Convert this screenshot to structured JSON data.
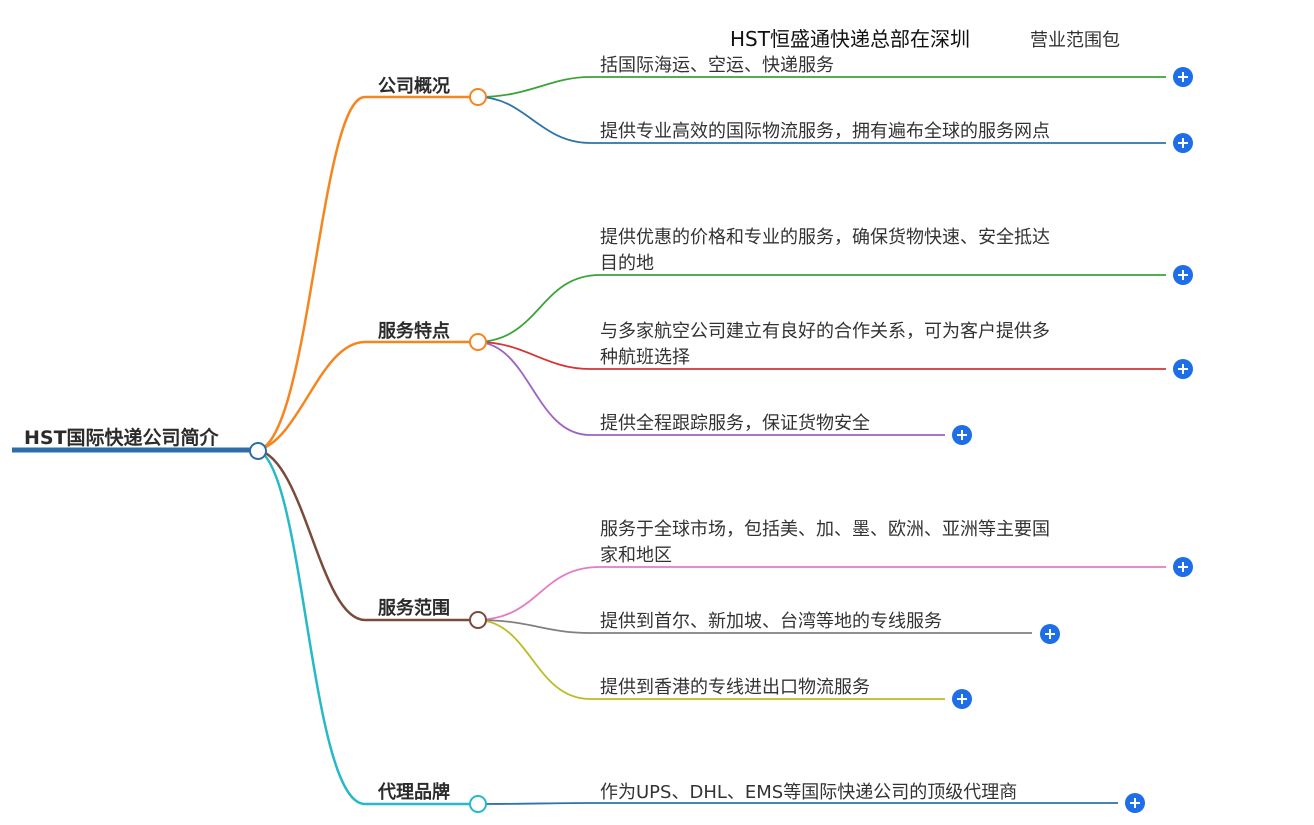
{
  "colors": {
    "root_line": "#2d6ea8",
    "expand_button": "#1e6ee8",
    "branch_1": "#f5861f",
    "branch_2": "#f5861f",
    "branch_3": "#7a4b3c",
    "branch_4": "#26b9c7",
    "leaf_green": "#3aa337",
    "leaf_blue": "#2d74a8",
    "leaf_red": "#d63434",
    "leaf_purple": "#9b63c5",
    "leaf_pink": "#e67bc4",
    "leaf_gray": "#808080",
    "leaf_olive": "#bcbd22"
  },
  "icons": {
    "expand": "plus-circle-icon",
    "node": "circle-node-icon"
  },
  "root": {
    "label": "HST国际快递公司简介"
  },
  "branches": [
    {
      "label": "公司概况",
      "leaves": [
        {
          "lines": [
            "HST恒盛通快递总部在深圳",
            "营业范围包",
            "括国际海运、空运、快递服务"
          ]
        },
        {
          "lines": [
            "提供专业高效的国际物流服务，拥有遍布全球的服务网点"
          ]
        }
      ]
    },
    {
      "label": "服务特点",
      "leaves": [
        {
          "lines": [
            "提供优惠的价格和专业的服务，确保货物快速、安全抵达",
            "目的地"
          ]
        },
        {
          "lines": [
            "与多家航空公司建立有良好的合作关系，可为客户提供多",
            "种航班选择"
          ]
        },
        {
          "lines": [
            "提供全程跟踪服务，保证货物安全"
          ]
        }
      ]
    },
    {
      "label": "服务范围",
      "leaves": [
        {
          "lines": [
            "服务于全球市场，包括美、加、墨、欧洲、亚洲等主要国",
            "家和地区"
          ]
        },
        {
          "lines": [
            "提供到首尔、新加坡、台湾等地的专线服务"
          ]
        },
        {
          "lines": [
            "提供到香港的专线进出口物流服务"
          ]
        }
      ]
    },
    {
      "label": "代理品牌",
      "leaves": [
        {
          "lines": [
            "作为UPS、DHL、EMS等国际快递公司的顶级代理商"
          ]
        }
      ]
    }
  ]
}
